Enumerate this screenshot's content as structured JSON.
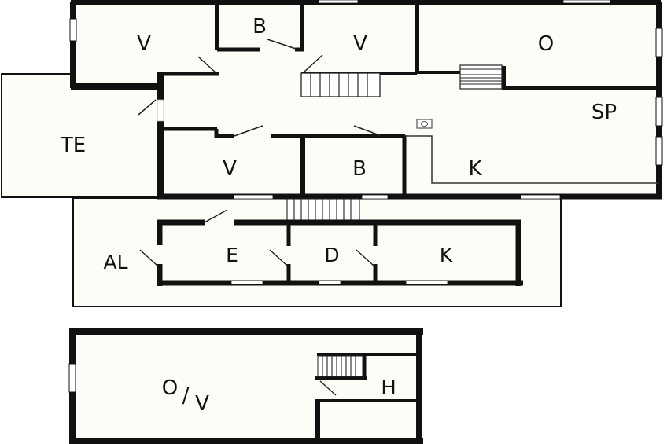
{
  "plan": {
    "background": "#ffffff",
    "floor_fill": "#fdfdf8",
    "wall_color": "#111111",
    "rooms_main": [
      {
        "id": "v1",
        "label": "V"
      },
      {
        "id": "b1",
        "label": "B"
      },
      {
        "id": "v2",
        "label": "V"
      },
      {
        "id": "o",
        "label": "O"
      },
      {
        "id": "sp",
        "label": "SP"
      },
      {
        "id": "k1",
        "label": "K"
      },
      {
        "id": "v3",
        "label": "V"
      },
      {
        "id": "b2",
        "label": "B"
      },
      {
        "id": "te",
        "label": "TE"
      }
    ],
    "rooms_annex": [
      {
        "id": "al",
        "label": "AL"
      },
      {
        "id": "e",
        "label": "E"
      },
      {
        "id": "d",
        "label": "D"
      },
      {
        "id": "k2",
        "label": "K"
      }
    ],
    "rooms_lower": [
      {
        "id": "ov",
        "label_o": "O",
        "label_slash": "/",
        "label_v": "V"
      },
      {
        "id": "h",
        "label": "H"
      }
    ]
  }
}
